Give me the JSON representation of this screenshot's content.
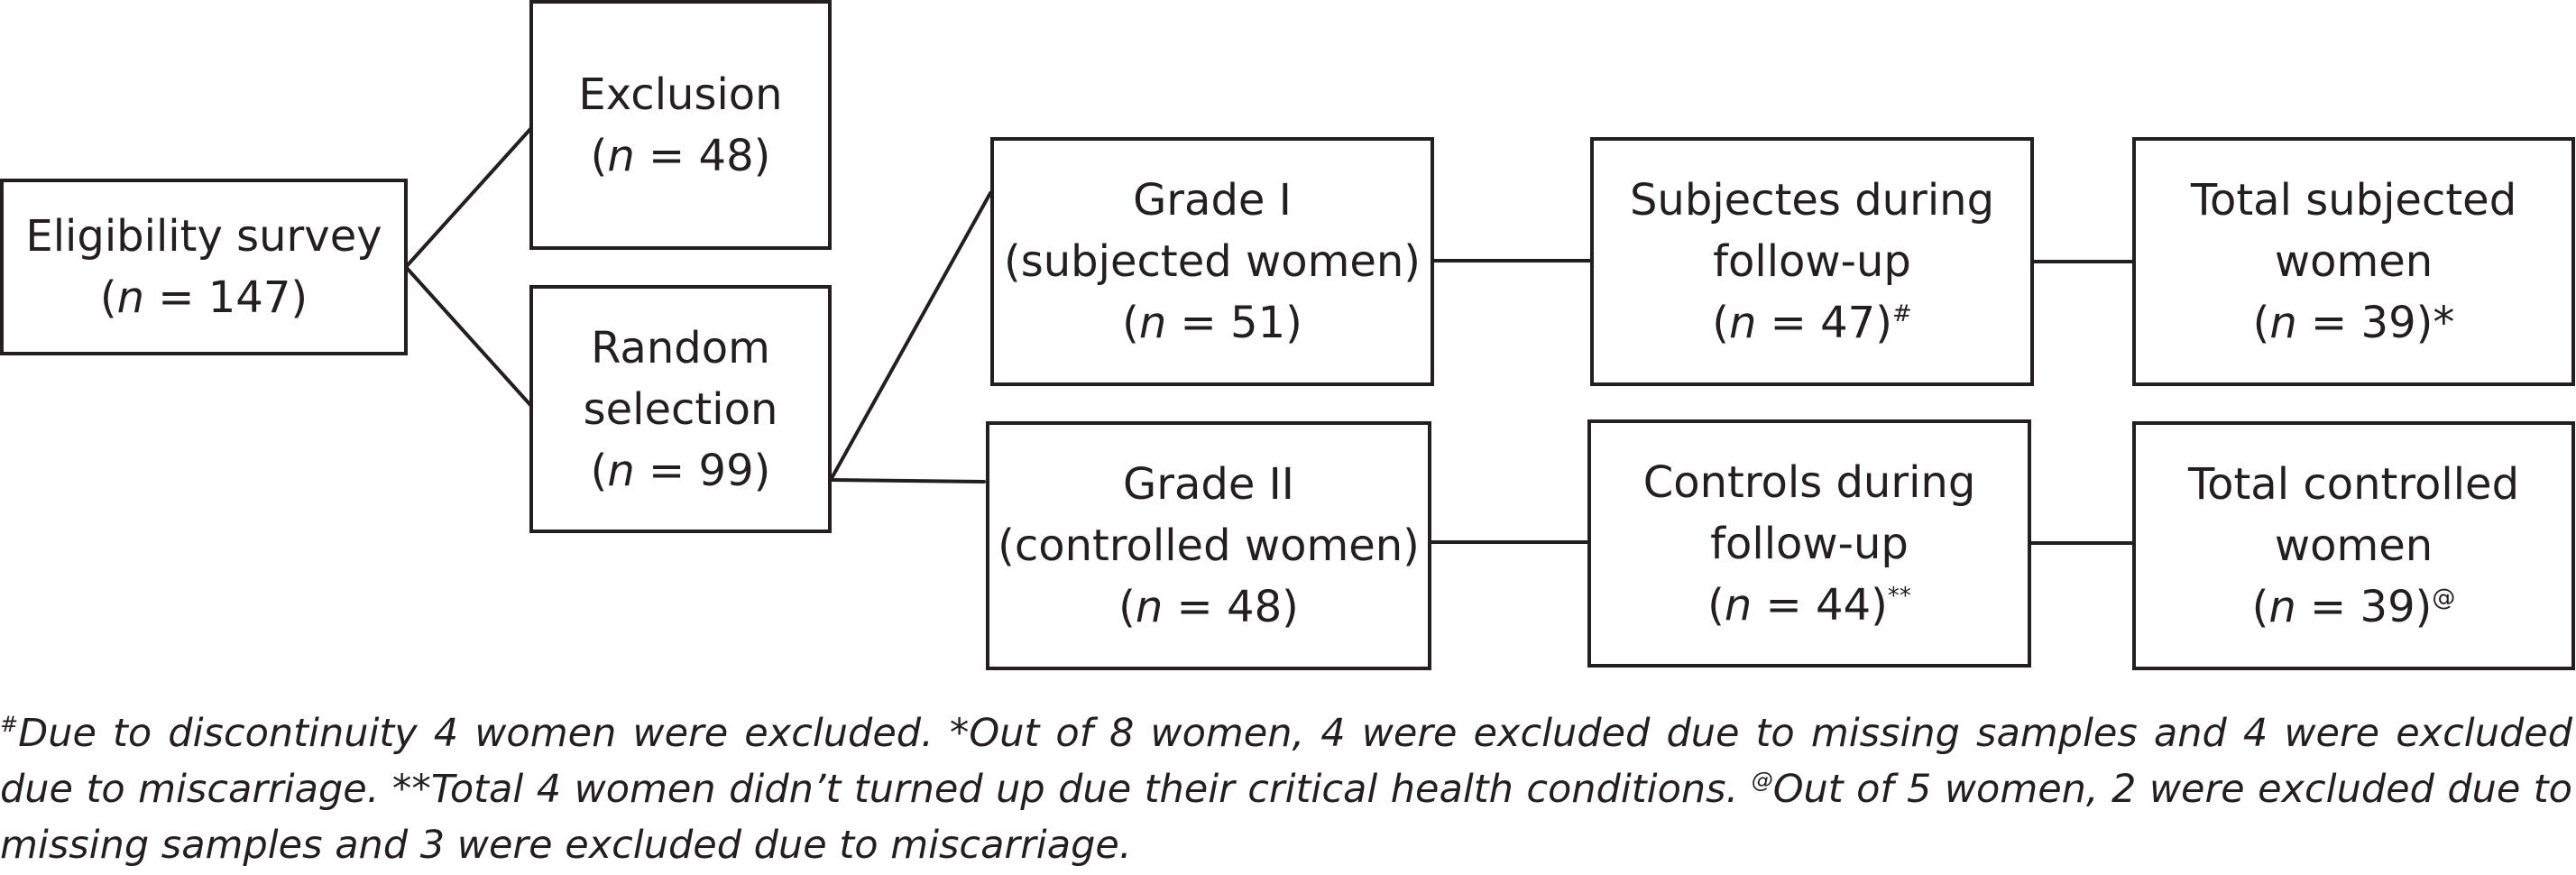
{
  "boxes": {
    "eligibility": {
      "title": "Eligibility survey",
      "n_prefix": "(",
      "n_var": "n",
      "n_value": " = 147)",
      "mark": ""
    },
    "exclusion": {
      "title": "Exclusion",
      "n_prefix": "(",
      "n_var": "n",
      "n_value": " = 48)",
      "mark": ""
    },
    "random": {
      "title_1": "Random",
      "title_2": "selection",
      "n_prefix": "(",
      "n_var": "n",
      "n_value": " = 99)",
      "mark": ""
    },
    "grade1": {
      "title_1": "Grade I",
      "title_2": "(subjected women)",
      "n_prefix": "(",
      "n_var": "n",
      "n_value": " = 51)",
      "mark": ""
    },
    "grade2": {
      "title_1": "Grade II",
      "title_2": "(controlled women)",
      "n_prefix": "(",
      "n_var": "n",
      "n_value": " = 48)",
      "mark": ""
    },
    "subjects_followup": {
      "title_1": "Subjectes during",
      "title_2": "follow-up",
      "n_prefix": "(",
      "n_var": "n",
      "n_value": " = 47)",
      "mark": "#"
    },
    "controls_followup": {
      "title_1": "Controls during",
      "title_2": "follow-up",
      "n_prefix": "(",
      "n_var": "n",
      "n_value": " = 44)",
      "mark": "**"
    },
    "total_subjected": {
      "title_1": "Total subjected",
      "title_2": "women",
      "n_prefix": "(",
      "n_var": "n",
      "n_value": " = 39)",
      "mark": "*"
    },
    "total_controlled": {
      "title_1": "Total controlled",
      "title_2": "women",
      "n_prefix": "(",
      "n_var": "n",
      "n_value": " = 39)",
      "mark": "@"
    }
  },
  "footnote": {
    "mark_1": "#",
    "text_1": "Due to discontinuity 4 women were excluded. *Out of 8 women, 4 were excluded due to missing samples and 4 were excluded due to miscarriage. **Total 4 women didn’t turned up due their critical health conditions. ",
    "mark_2": "@",
    "text_2": "Out of 5 women, 2 were excluded due to missing samples and 3 were excluded due to miscarriage."
  },
  "colors": {
    "line": "#231f20",
    "text": "#231f20",
    "background": "#ffffff"
  }
}
